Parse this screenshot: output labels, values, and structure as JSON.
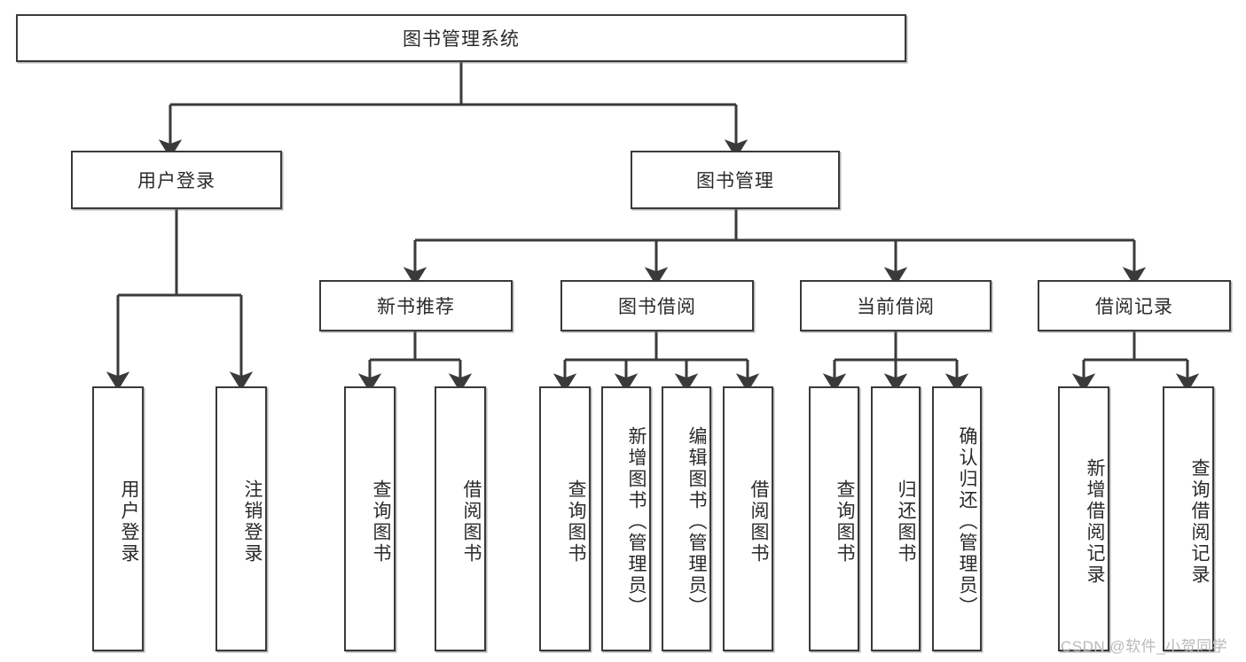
{
  "diagram": {
    "title": "图书管理系统",
    "watermark": "CSDN @软件_小贺同学",
    "colors": {
      "border": "#3a3a3a",
      "text": "#2a2a2a",
      "background": "#ffffff",
      "watermark": "#b9b9b9"
    },
    "root": {
      "label": "图书管理系统"
    },
    "level2": [
      {
        "label": "用户登录"
      },
      {
        "label": "图书管理"
      }
    ],
    "level3": [
      {
        "label": "新书推荐"
      },
      {
        "label": "图书借阅"
      },
      {
        "label": "当前借阅"
      },
      {
        "label": "借阅记录"
      }
    ],
    "leaves": {
      "user_login": [
        {
          "label": "用户登录"
        },
        {
          "label": "注销登录"
        }
      ],
      "new_book": [
        {
          "label": "查询图书"
        },
        {
          "label": "借阅图书"
        }
      ],
      "borrow": [
        {
          "label": "查询图书"
        },
        {
          "label": "新增图书（管理员）"
        },
        {
          "label": "编辑图书（管理员）"
        },
        {
          "label": "借阅图书"
        }
      ],
      "current": [
        {
          "label": "查询图书"
        },
        {
          "label": "归还图书"
        },
        {
          "label": "确认归还（管理员）"
        }
      ],
      "records": [
        {
          "label": "新增借阅记录"
        },
        {
          "label": "查询借阅记录"
        }
      ]
    }
  }
}
